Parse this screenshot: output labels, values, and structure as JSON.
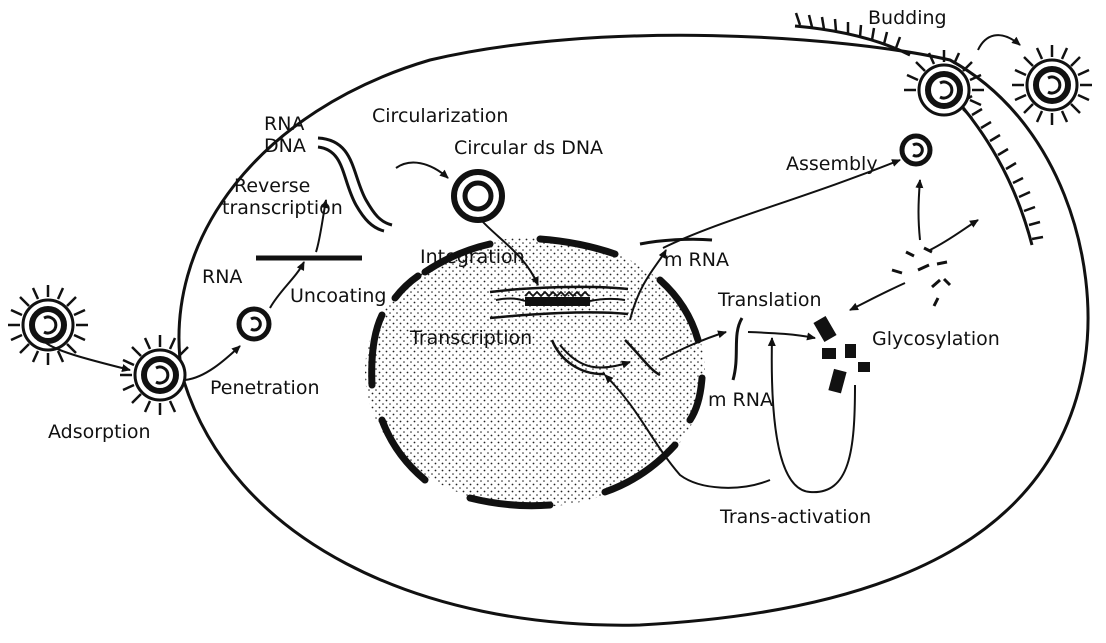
{
  "colors": {
    "ink": "#111111",
    "background": "#ffffff"
  },
  "labels": {
    "budding": "Budding",
    "circularization": "Circularization",
    "rna_top": "RNA",
    "dna_top": "DNA",
    "circular_ds_dna": "Circular ds DNA",
    "reverse": "Reverse",
    "transcription_rt": "transcription",
    "assembly": "Assembly",
    "rna_left": "RNA",
    "uncoating": "Uncoating",
    "integration": "Integration",
    "m_rna_top": "m RNA",
    "translation": "Translation",
    "transcription": "Transcription",
    "glycosylation": "Glycosylation",
    "penetration": "Penetration",
    "m_rna_bottom": "m RNA",
    "adsorption": "Adsorption",
    "trans_activation": "Trans-activation"
  }
}
